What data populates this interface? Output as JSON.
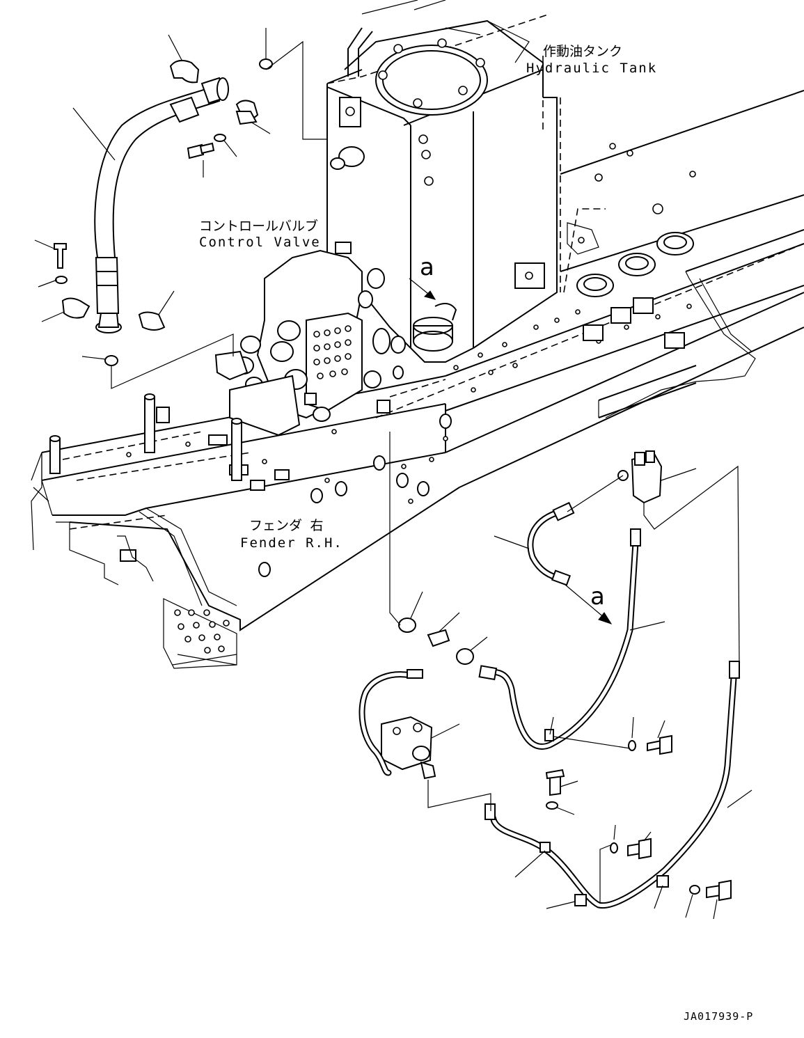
{
  "labels": {
    "hydraulic_tank_jp": "作動油タンク",
    "hydraulic_tank_en": "Hydraulic Tank",
    "control_valve_jp": "コントロールバルブ",
    "control_valve_en": "Control Valve",
    "fender_jp": "フェンダ 右",
    "fender_en": "Fender R.H.",
    "view_marker_1": "a",
    "view_marker_2": "a"
  },
  "drawing_code": "JA017939-P",
  "colors": {
    "line": "#000000",
    "background": "#ffffff"
  }
}
